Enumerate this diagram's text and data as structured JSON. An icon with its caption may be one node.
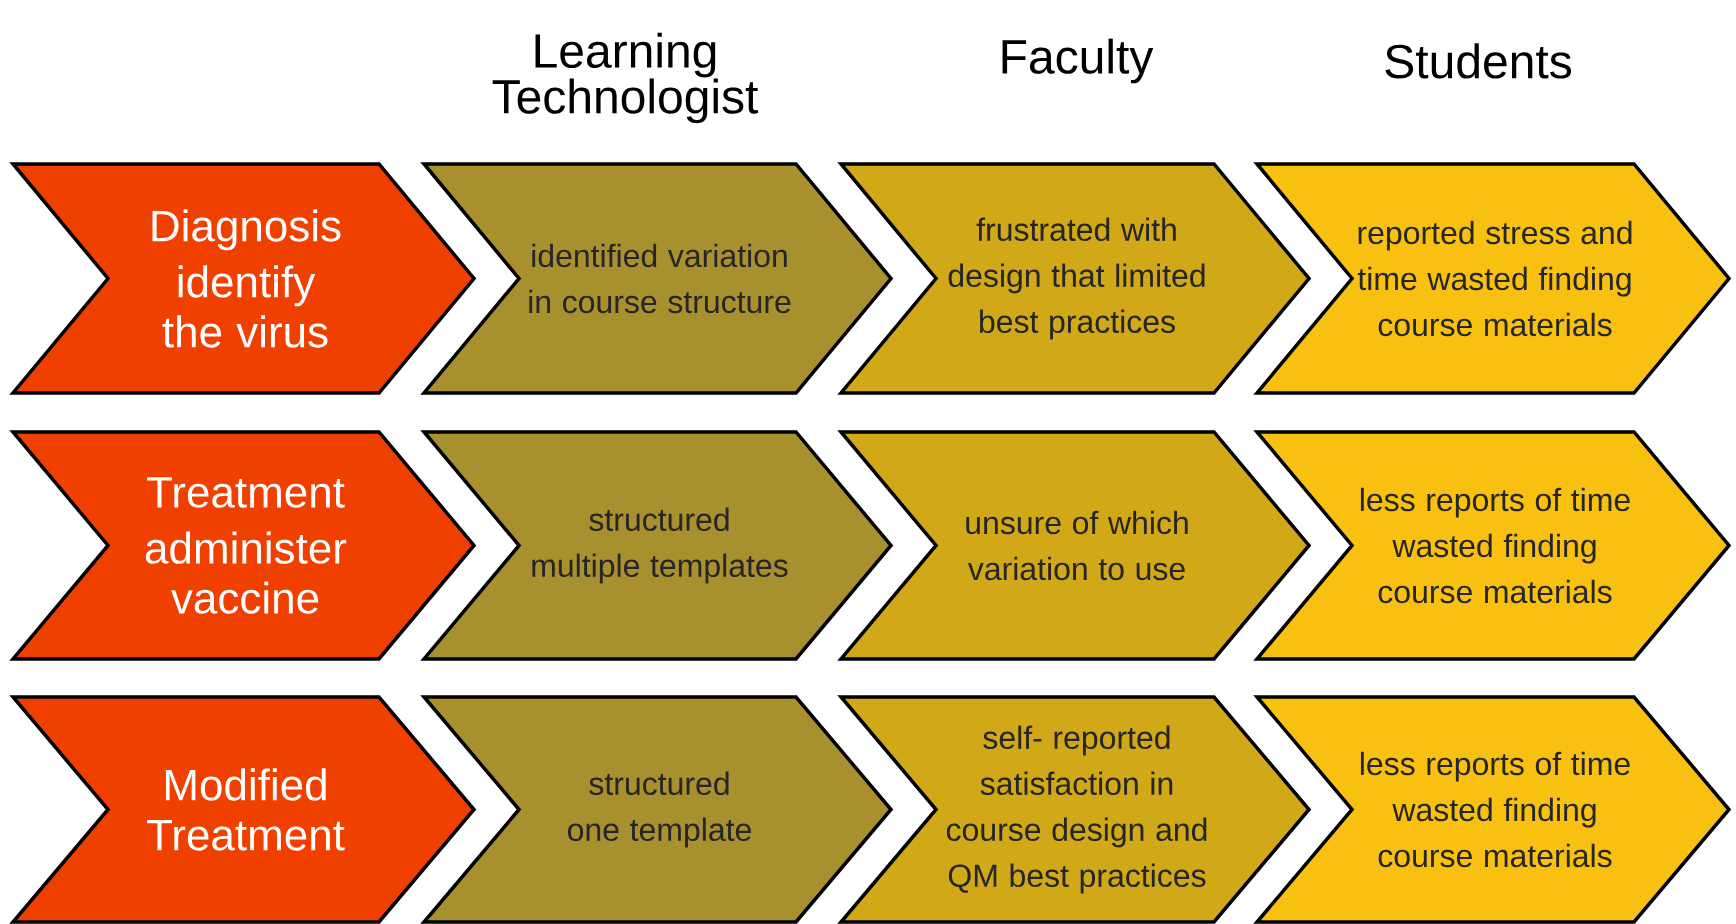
{
  "diagram": {
    "nodes": [
      {
        "text": [
          "Diagnosis",
          "identify the virus"
        ]
      },
      {
        "text": [
          "identified variation in course structure"
        ]
      },
      {
        "text": [
          "frustrated with design that limited best practices"
        ]
      },
      {
        "text": [
          "reported stress and time wasted finding course materials"
        ]
      },
      {
        "text": [
          "Treatment",
          "administer vaccine"
        ]
      },
      {
        "text": [
          "structured multiple templates"
        ]
      },
      {
        "text": [
          "unsure of which variation to use"
        ]
      },
      {
        "text": [
          "less reports of time wasted finding course materials"
        ]
      },
      {
        "text": [
          "Modified Treatment"
        ]
      },
      {
        "text": [
          "structured one template"
        ]
      },
      {
        "text": [
          "self- reported satisfaction in course design and QM best practices"
        ]
      },
      {
        "text": [
          "less reports of time wasted finding course materials"
        ]
      }
    ],
    "labels": [
      "Learning Technologist",
      "Faculty",
      "Students"
    ]
  }
}
